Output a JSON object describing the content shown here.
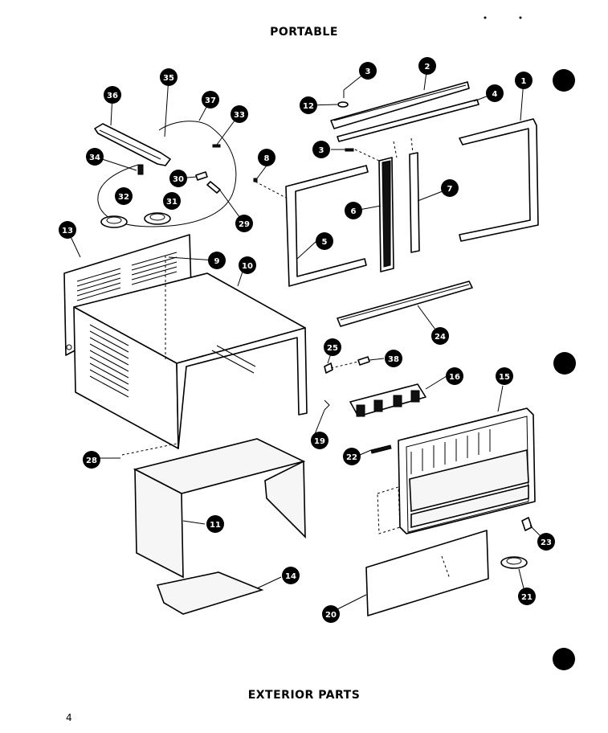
{
  "header": {
    "title": "PORTABLE"
  },
  "footer": {
    "title": "EXTERIOR PARTS",
    "page_number": "4"
  },
  "callouts": [
    {
      "id": "c1",
      "label": "1"
    },
    {
      "id": "c2",
      "label": "2"
    },
    {
      "id": "c3a",
      "label": "3"
    },
    {
      "id": "c3b",
      "label": "3"
    },
    {
      "id": "c4",
      "label": "4"
    },
    {
      "id": "c5",
      "label": "5"
    },
    {
      "id": "c6",
      "label": "6"
    },
    {
      "id": "c7",
      "label": "7"
    },
    {
      "id": "c8",
      "label": "8"
    },
    {
      "id": "c9",
      "label": "9"
    },
    {
      "id": "c10",
      "label": "10"
    },
    {
      "id": "c11",
      "label": "11"
    },
    {
      "id": "c12",
      "label": "12"
    },
    {
      "id": "c13",
      "label": "13"
    },
    {
      "id": "c14",
      "label": "14"
    },
    {
      "id": "c15",
      "label": "15"
    },
    {
      "id": "c16",
      "label": "16"
    },
    {
      "id": "c19",
      "label": "19"
    },
    {
      "id": "c20",
      "label": "20"
    },
    {
      "id": "c21",
      "label": "21"
    },
    {
      "id": "c22",
      "label": "22"
    },
    {
      "id": "c23",
      "label": "23"
    },
    {
      "id": "c24",
      "label": "24"
    },
    {
      "id": "c25",
      "label": "25"
    },
    {
      "id": "c28",
      "label": "28"
    },
    {
      "id": "c29",
      "label": "29"
    },
    {
      "id": "c30",
      "label": "30"
    },
    {
      "id": "c31",
      "label": "31"
    },
    {
      "id": "c32",
      "label": "32"
    },
    {
      "id": "c33",
      "label": "33"
    },
    {
      "id": "c34",
      "label": "34"
    },
    {
      "id": "c35",
      "label": "35"
    },
    {
      "id": "c36",
      "label": "36"
    },
    {
      "id": "c37",
      "label": "37"
    },
    {
      "id": "c38",
      "label": "38"
    }
  ]
}
